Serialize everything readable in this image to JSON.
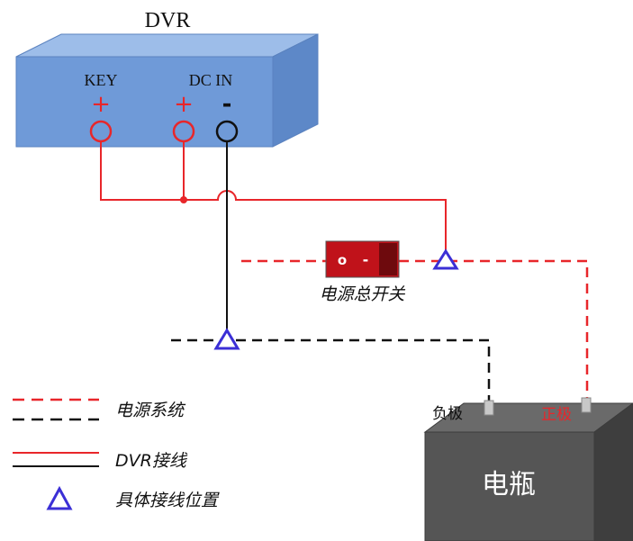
{
  "dvr": {
    "title": "DVR",
    "key_label": "KEY",
    "dc_in_label": "DC IN",
    "plus_symbol": "+",
    "minus_symbol": "-"
  },
  "switch": {
    "label": "电源总开关",
    "on_symbol": "o",
    "off_symbol": "-"
  },
  "battery": {
    "label": "电瓶",
    "negative_label": "负极",
    "positive_label": "正极"
  },
  "legend": {
    "power_system": "电源系统",
    "dvr_wiring": "DVR接线",
    "connection_points": "具体接线位置"
  },
  "colors": {
    "dvr_box": "#6f9ad8",
    "positive_wire": "#e8262a",
    "negative_wire": "#1a1a1a",
    "marker": "#3b2fd6",
    "battery": "#555555",
    "switch": "#c0121a"
  }
}
